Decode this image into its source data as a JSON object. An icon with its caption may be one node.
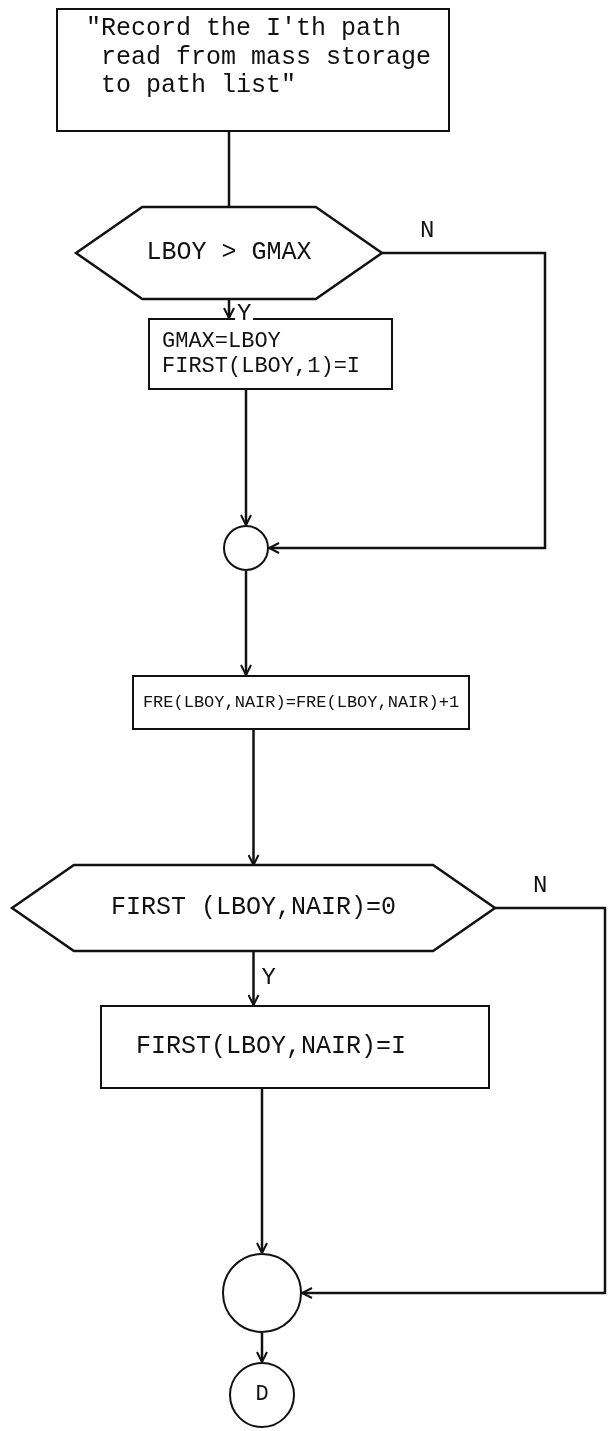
{
  "diagram": {
    "nodes": [
      {
        "text": [
          "\"Record the I'th path read from mass storage to path list\""
        ]
      },
      {
        "text": [
          "LBOY > GMAX"
        ]
      },
      {
        "text": [
          "GMAX=LBOY",
          "FIRST(LBOY,1)=I"
        ]
      },
      {
        "text": [],
        "shape": "circle"
      },
      {
        "text": [
          "FRE(LBOY,NAIR)=FRE(LBOY,NAIR)+1"
        ]
      },
      {
        "text": [
          "FIRST (LBOY,NAIR)=0"
        ]
      },
      {
        "text": [
          "FIRST(LBOY,NAIR)=I"
        ]
      },
      {
        "text": [],
        "shape": "circle"
      },
      {
        "text": [
          "D"
        ]
      }
    ],
    "edges": [
      {
        "from": 0,
        "to": 1,
        "arrow": "none"
      },
      {
        "from": 1,
        "to": 2,
        "arrow": "to",
        "label": "Y"
      },
      {
        "from": 1,
        "to": 3,
        "arrow": "to",
        "label": "N"
      },
      {
        "from": 2,
        "to": 3,
        "arrow": "to"
      },
      {
        "from": 3,
        "to": 4,
        "arrow": "to"
      },
      {
        "from": 4,
        "to": 5,
        "arrow": "to"
      },
      {
        "from": 5,
        "to": 6,
        "arrow": "to",
        "label": "Y"
      },
      {
        "from": 5,
        "to": 7,
        "arrow": "to",
        "label": "N"
      },
      {
        "from": 6,
        "to": 7,
        "arrow": "to"
      },
      {
        "from": 7,
        "to": 8,
        "arrow": "to"
      }
    ]
  }
}
